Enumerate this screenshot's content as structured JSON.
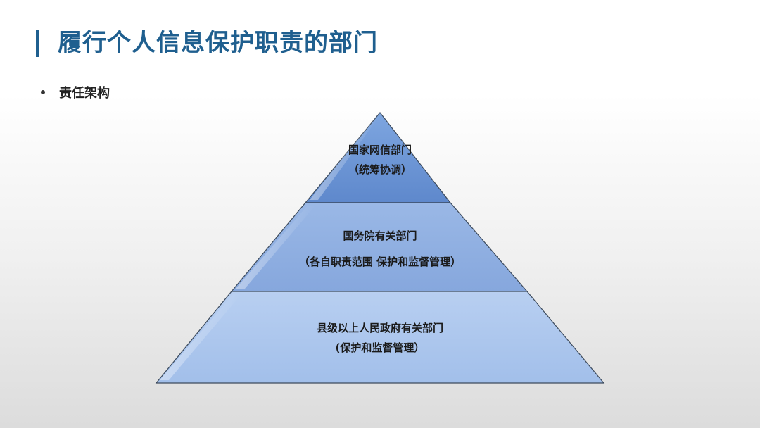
{
  "slide": {
    "title": "履行个人信息保护职责的部门",
    "bullet": "责任架构"
  },
  "pyramid": {
    "tiers": [
      {
        "line1": "国家网信部门",
        "line2": "（统筹协调）"
      },
      {
        "line1": "国务院有关部门",
        "line2": "（各自职责范围 保护和监督管理）"
      },
      {
        "line1": "县级以上人民政府有关部门",
        "line2": "(保护和监督管理）"
      }
    ]
  },
  "colors": {
    "title": "#1f5f8f",
    "tier_top": "#6f98d6",
    "tier_mid": "#8fb0e2",
    "tier_bottom": "#adc6ee",
    "outline": "#3c4a5c"
  }
}
